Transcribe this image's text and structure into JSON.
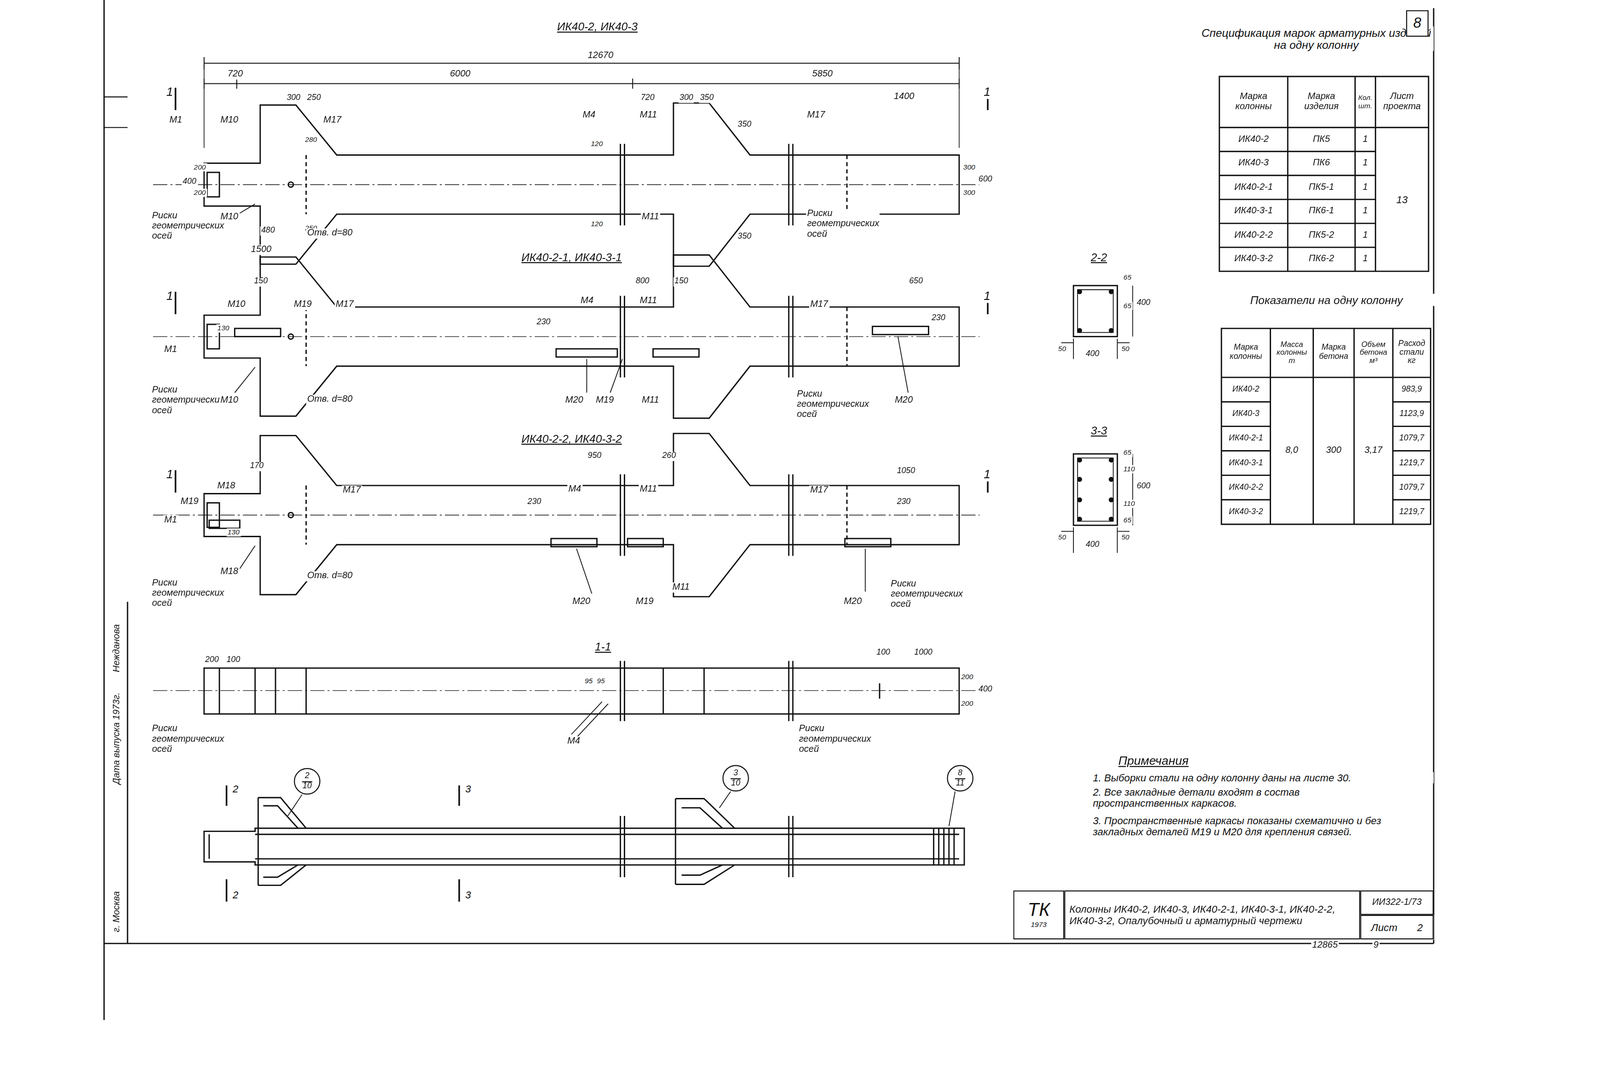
{
  "diagram": {
    "nodes": [
      {
        "text": [
          "8"
        ]
      },
      {
        "text": [
          "ТК",
          "1973"
        ]
      },
      {
        "text": [
          "Колонны ИК40-2, ИК40-3, ИК40-2-1, ИК40-3-1, ИК40-2-2, ИК40-3-2, Опалубочный и арматурный чертежи"
        ]
      },
      {
        "text": [
          "ИИ322-1/73"
        ]
      },
      {
        "text": [
          "Лист",
          "2"
        ]
      },
      {
        "text": [
          "2",
          "10"
        ]
      },
      {
        "text": [
          "3",
          "10"
        ]
      },
      {
        "text": [
          "8",
          "11"
        ]
      }
    ],
    "labels": [
      "ИК40-2, ИК40-3",
      "12670",
      "720",
      "6000",
      "5850",
      "300",
      "250",
      "720",
      "300",
      "350",
      "1400",
      "1",
      "1",
      "М1",
      "М10",
      "М17",
      "М4",
      "М11",
      "М17",
      "400",
      "200",
      "200",
      "280",
      "250",
      "120",
      "120",
      "350",
      "350",
      "300",
      "300",
      "600",
      "Риски геометрических осей",
      "М10",
      "480",
      "Отв. d=80",
      "1500",
      "М11",
      "Риски геометрических осей",
      "ИК40-2-1, ИК40-3-1",
      "150",
      "800",
      "150",
      "650",
      "1",
      "1",
      "М10",
      "М19",
      "М17",
      "М4",
      "М11",
      "М17",
      "230",
      "230",
      "130",
      "М1",
      "Риски геометрических осей",
      "М10",
      "Отв. d=80",
      "М20",
      "М19",
      "М11",
      "Риски геометрических осей",
      "М20",
      "ИК40-2-2, ИК40-3-2",
      "170",
      "950",
      "260",
      "1050",
      "1",
      "1",
      "М18",
      "М19",
      "М17",
      "М4",
      "М11",
      "М17",
      "230",
      "230",
      "130",
      "М1",
      "Риски геометрических осей",
      "М18",
      "Отв. d=80",
      "М20",
      "М19",
      "М11",
      "М20",
      "Риски геометрических осей",
      "1-1",
      "200",
      "100",
      "100",
      "1000",
      "95",
      "95",
      "М4",
      "200",
      "200",
      "400",
      "Риски геометрических осей",
      "Риски геометрических осей",
      "2",
      "2",
      "3",
      "3",
      "2-2",
      "65",
      "65",
      "400",
      "50",
      "50",
      "400",
      "3-3",
      "65",
      "110",
      "600",
      "110",
      "65",
      "50",
      "50",
      "400",
      "Спецификация марок арматурных изделий на одну колонну",
      "Марка колонны",
      "Марка изделия",
      "Кол. шт.",
      "Лист проекта",
      "ИК40-2",
      "ПК5",
      "1",
      "ИК40-3",
      "ПК6",
      "1",
      "ИК40-2-1",
      "ПК5-1",
      "1",
      "ИК40-3-1",
      "ПК6-1",
      "1",
      "ИК40-2-2",
      "ПК5-2",
      "1",
      "ИК40-3-2",
      "ПК6-2",
      "1",
      "13",
      "Показатели на одну колонну",
      "Марка колонны",
      "Масса колонны т",
      "Марка бетона",
      "Объем бетона м³",
      "Расход стали кг",
      "ИК40-2",
      "983,9",
      "ИК40-3",
      "1123,9",
      "ИК40-2-1",
      "1079,7",
      "ИК40-3-1",
      "1219,7",
      "ИК40-2-2",
      "1079,7",
      "ИК40-3-2",
      "1219,7",
      "8,0",
      "300",
      "3,17",
      "Примечания",
      "1. Выборки стали на одну колонну даны на листе 30.",
      "2. Все закладные детали входят в состав пространственных каркасов.",
      "3. Пространственные каркасы показаны схематично и без закладных деталей М19 и М20 для крепления связей.",
      "12865",
      "9",
      "Нежданова",
      "Дата выпуска 1973г.",
      "г. Москва"
    ]
  }
}
